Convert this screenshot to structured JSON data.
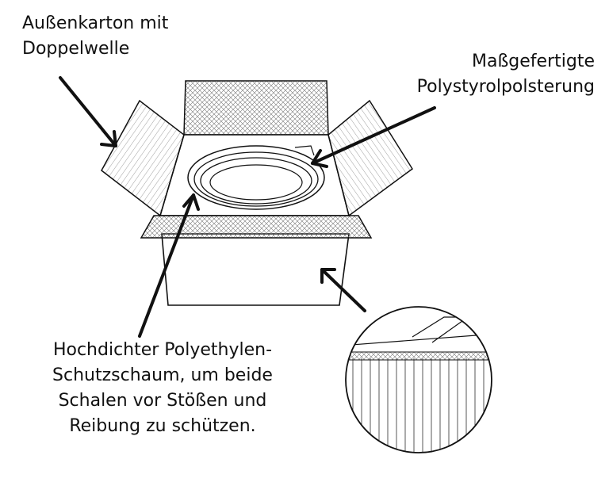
{
  "labels": {
    "outer_box": [
      "Außenkarton mit",
      "Doppelwelle"
    ],
    "polystyrene": [
      "Maßgefertigte",
      "Polystyrolpolsterung"
    ],
    "polyethylene": [
      "Hochdichter Polyethylen-",
      "Schutzschaum, um beide",
      "Schalen vor Stößen und",
      "Reibung zu schützen."
    ]
  },
  "colors": {
    "line": "#111111",
    "hatch": "#555555",
    "background": "#ffffff"
  }
}
